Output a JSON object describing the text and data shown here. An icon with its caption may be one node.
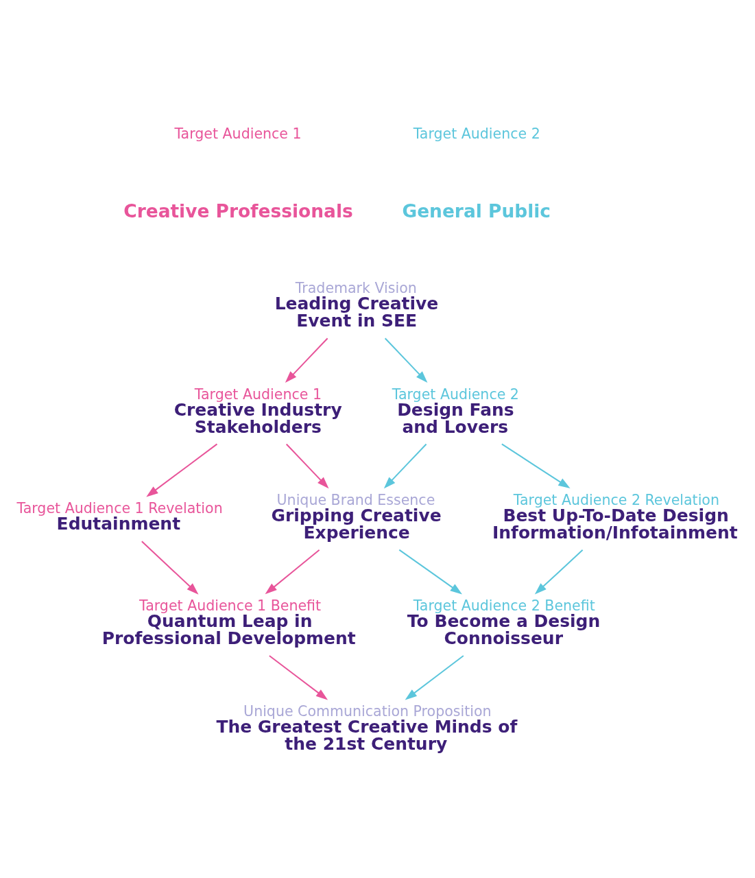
{
  "diagram": {
    "nodes": [
      {
        "text": [
          "Trademark Vision",
          "Leading Creative Event in SEE"
        ]
      },
      {
        "text": [
          "Target Audience 1",
          "Creative Industry Stakeholders"
        ]
      },
      {
        "text": [
          "Target Audience 2",
          "Design Fans and Lovers"
        ]
      },
      {
        "text": [
          "Target Audience 1 Revelation",
          "Edutainment"
        ]
      },
      {
        "text": [
          "Unique Brand Essence",
          "Gripping Creative Experience"
        ]
      },
      {
        "text": [
          "Target Audience 2 Revelation",
          "Best Up-To-Date Design Information/Infotainment"
        ]
      },
      {
        "text": [
          "Target Audience 1 Benefit",
          "Quantum Leap in Professional Development"
        ]
      },
      {
        "text": [
          "Target Audience 2 Benefit",
          "To Become a Design Connoisseur"
        ]
      },
      {
        "text": [
          "Unique Communication Proposition",
          "The Greatest Creative Minds of the 21st Century"
        ]
      }
    ],
    "edges": [
      {
        "from": 0,
        "to": 1,
        "arrow": "to",
        "color": "#e8559a"
      },
      {
        "from": 0,
        "to": 2,
        "arrow": "to",
        "color": "#5cc6dc"
      },
      {
        "from": 1,
        "to": 3,
        "arrow": "to",
        "color": "#e8559a"
      },
      {
        "from": 1,
        "to": 4,
        "arrow": "to",
        "color": "#e8559a"
      },
      {
        "from": 2,
        "to": 4,
        "arrow": "to",
        "color": "#5cc6dc"
      },
      {
        "from": 2,
        "to": 5,
        "arrow": "to",
        "color": "#5cc6dc"
      },
      {
        "from": 3,
        "to": 6,
        "arrow": "to",
        "color": "#e8559a"
      },
      {
        "from": 4,
        "to": 6,
        "arrow": "to",
        "color": "#e8559a"
      },
      {
        "from": 4,
        "to": 7,
        "arrow": "to",
        "color": "#5cc6dc"
      },
      {
        "from": 5,
        "to": 7,
        "arrow": "to",
        "color": "#5cc6dc"
      },
      {
        "from": 6,
        "to": 8,
        "arrow": "to",
        "color": "#e8559a"
      },
      {
        "from": 7,
        "to": 8,
        "arrow": "to",
        "color": "#5cc6dc"
      }
    ],
    "labels": [
      "Target Audience 1",
      "Creative Professionals",
      "Target Audience 2",
      "General Public"
    ]
  }
}
